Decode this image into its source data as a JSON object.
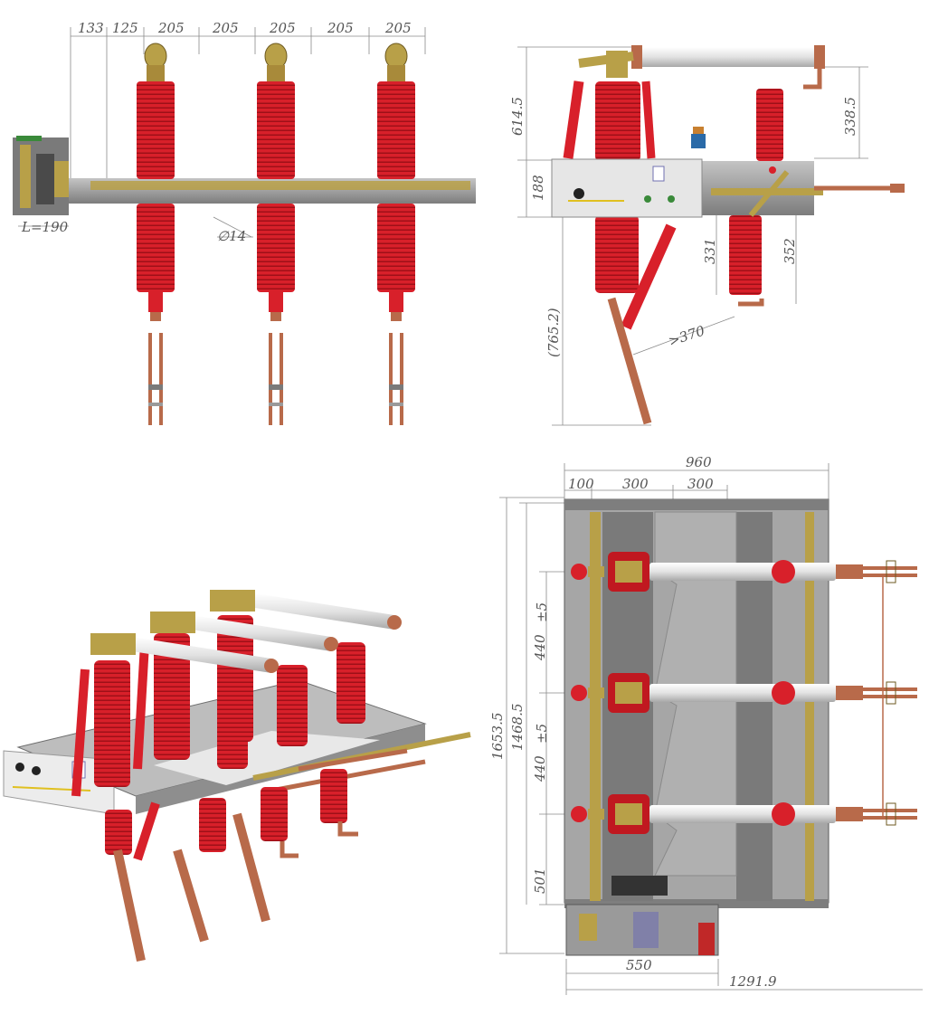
{
  "colors": {
    "insulator": "#d8202a",
    "insulator_dark": "#9e1018",
    "frame": "#9a9a9a",
    "frame_dark": "#6e6e6e",
    "copper": "#b86a4a",
    "brass": "#b8a048",
    "tube": "#e9e9e9",
    "dimension": "#555555"
  },
  "front_view": {
    "top_dims": [
      "133",
      "125",
      "205",
      "205",
      "205",
      "205",
      "205"
    ],
    "depth_dim": "L=190",
    "hole_dim": "∅14"
  },
  "side_view": {
    "dims": {
      "total_height": "614.5",
      "panel_height": "188",
      "fuse_height": "338.5",
      "lower_a": "331",
      "lower_b": "352",
      "blade_length": "(765.2)",
      "clearance": ">370"
    }
  },
  "plan_view": {
    "dims": {
      "width": "960",
      "seg_1": "100",
      "seg_2": "300",
      "seg_3": "300",
      "overall_height": "1653.5",
      "inner_height": "1468.5",
      "pitch_1": "440",
      "pitch_2": "440",
      "tol_1": "±5",
      "tol_2": "±5",
      "bottom": "501",
      "base_width": "550",
      "overall_width": "1291.9"
    }
  }
}
